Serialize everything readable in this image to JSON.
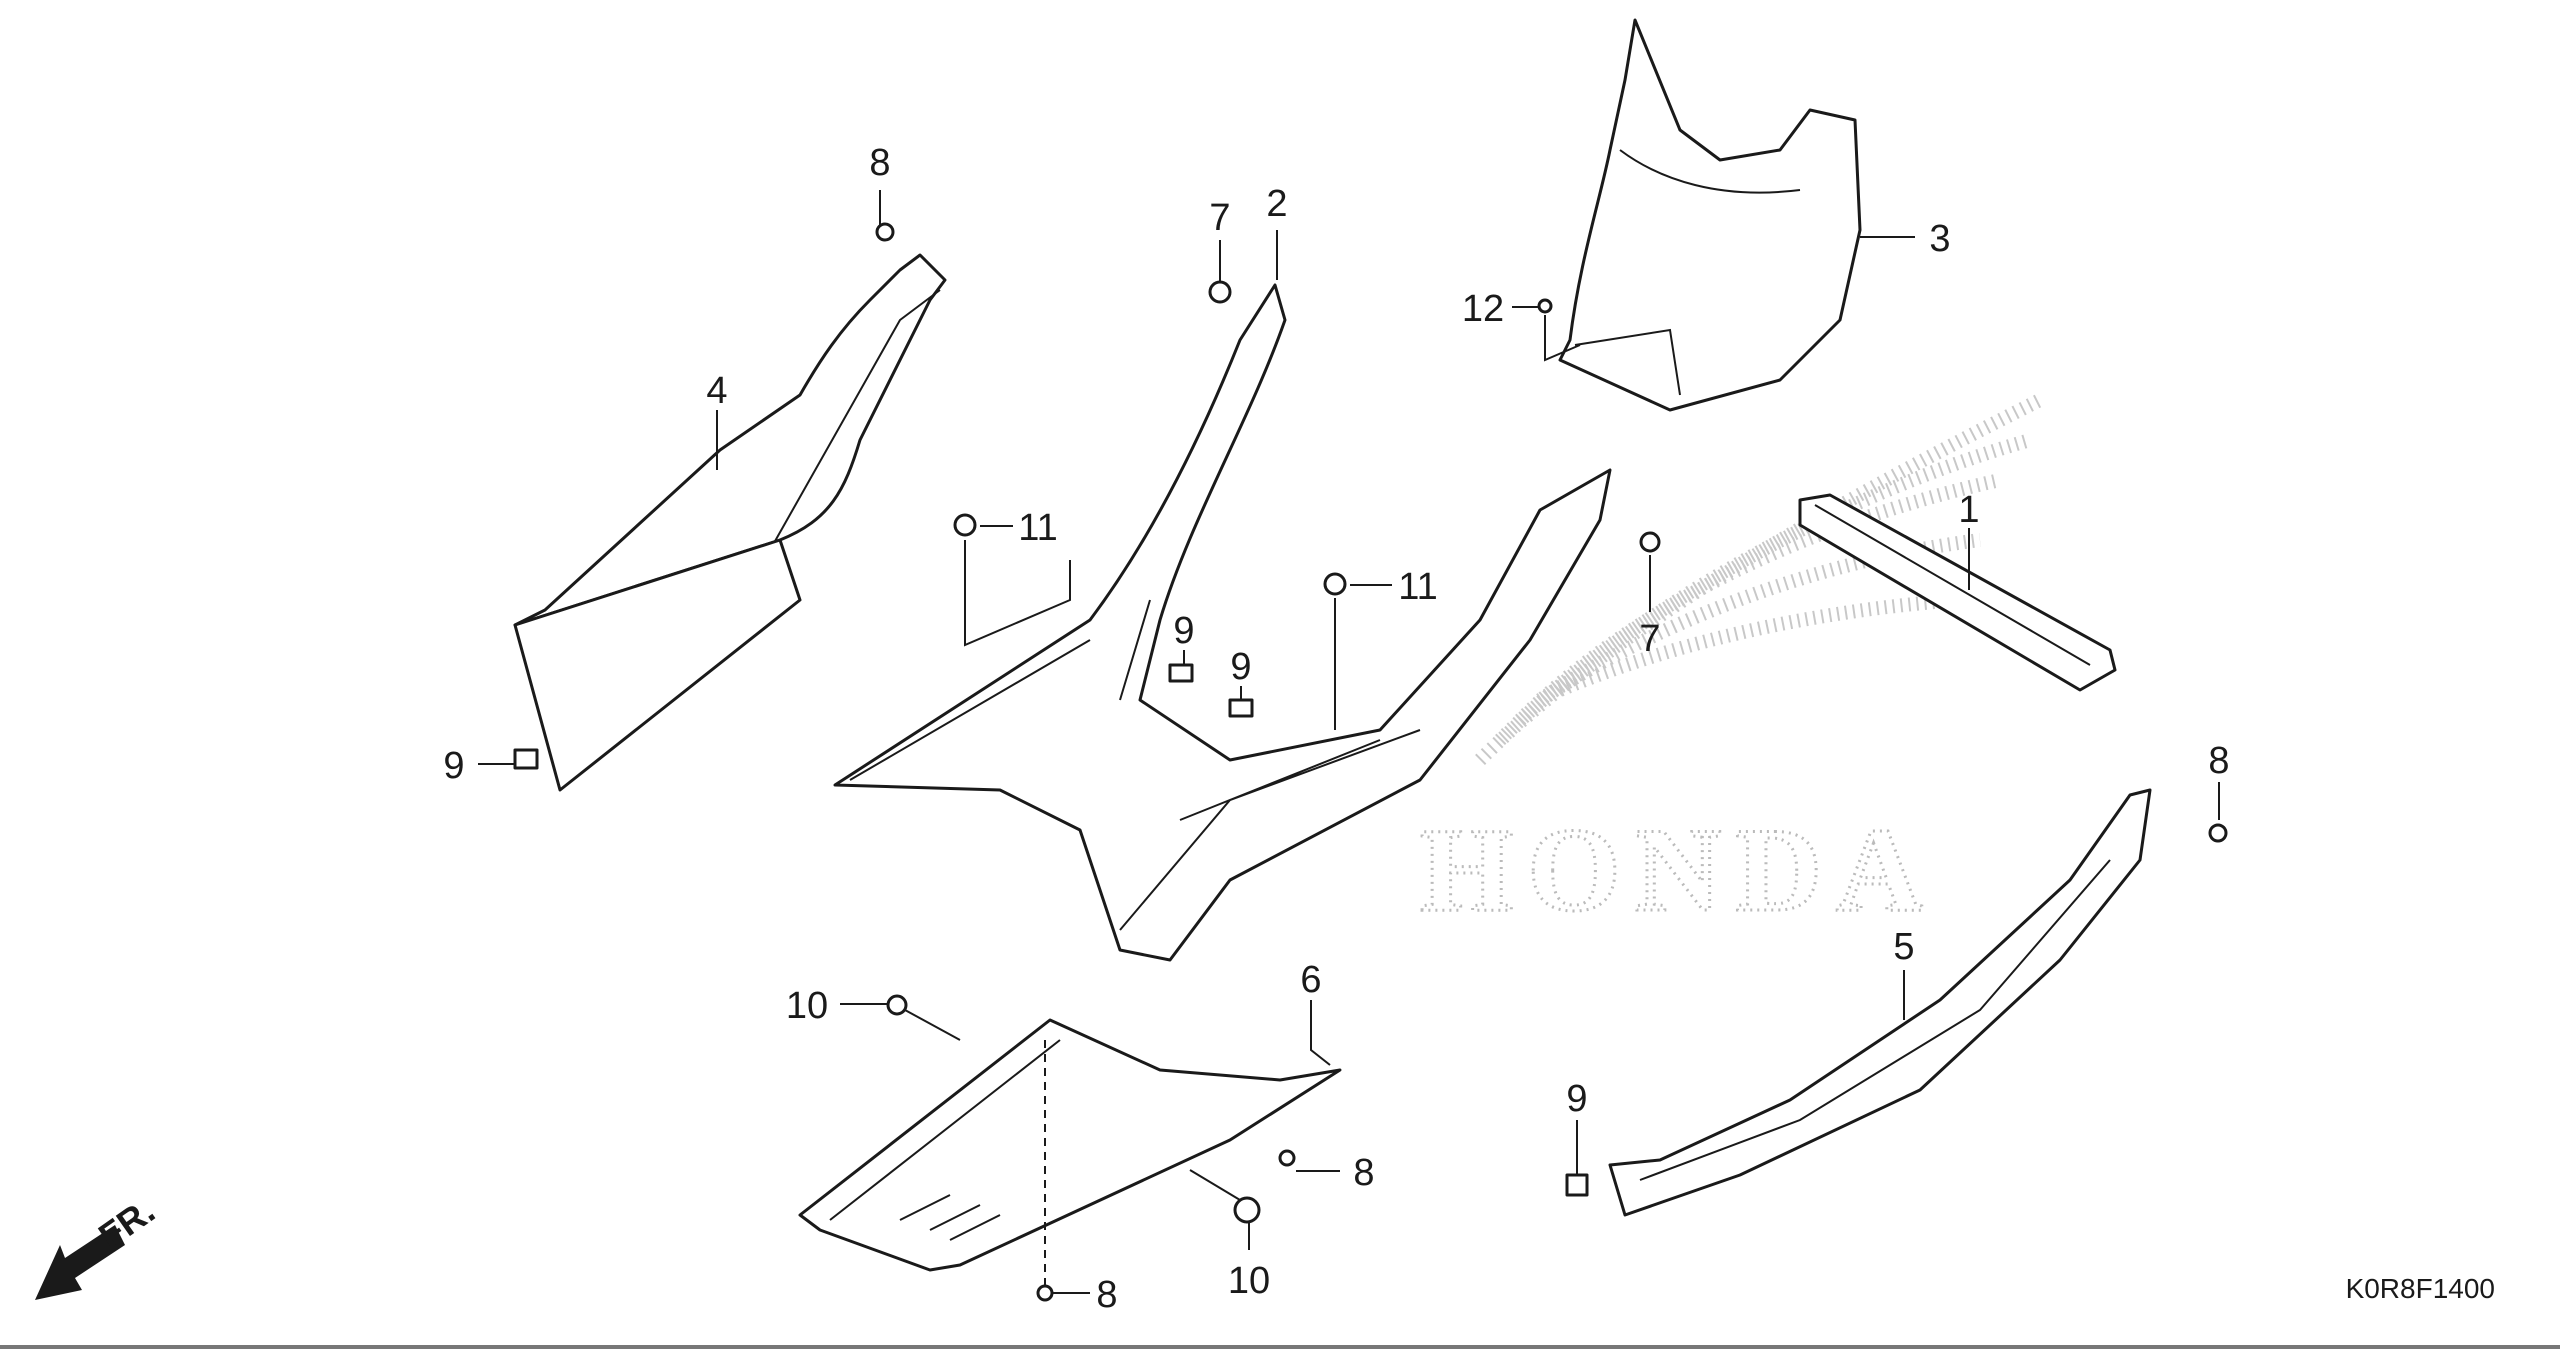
{
  "diagram": {
    "code": "K0R8F1400",
    "direction_label": "FR.",
    "watermark": "HONDA",
    "callouts": [
      {
        "id": "c8a",
        "label": "8"
      },
      {
        "id": "c7a",
        "label": "7"
      },
      {
        "id": "c2",
        "label": "2"
      },
      {
        "id": "c3",
        "label": "3"
      },
      {
        "id": "c12",
        "label": "12"
      },
      {
        "id": "c4",
        "label": "4"
      },
      {
        "id": "c11a",
        "label": "11"
      },
      {
        "id": "c11b",
        "label": "11"
      },
      {
        "id": "c1",
        "label": "1"
      },
      {
        "id": "c7b",
        "label": "7"
      },
      {
        "id": "c9a",
        "label": "9"
      },
      {
        "id": "c9b",
        "label": "9"
      },
      {
        "id": "c9c",
        "label": "9"
      },
      {
        "id": "c8b",
        "label": "8"
      },
      {
        "id": "c5",
        "label": "5"
      },
      {
        "id": "c6",
        "label": "6"
      },
      {
        "id": "c10a",
        "label": "10"
      },
      {
        "id": "c8c",
        "label": "8"
      },
      {
        "id": "c9d",
        "label": "9"
      },
      {
        "id": "c10b",
        "label": "10"
      },
      {
        "id": "c8d",
        "label": "8"
      }
    ]
  }
}
